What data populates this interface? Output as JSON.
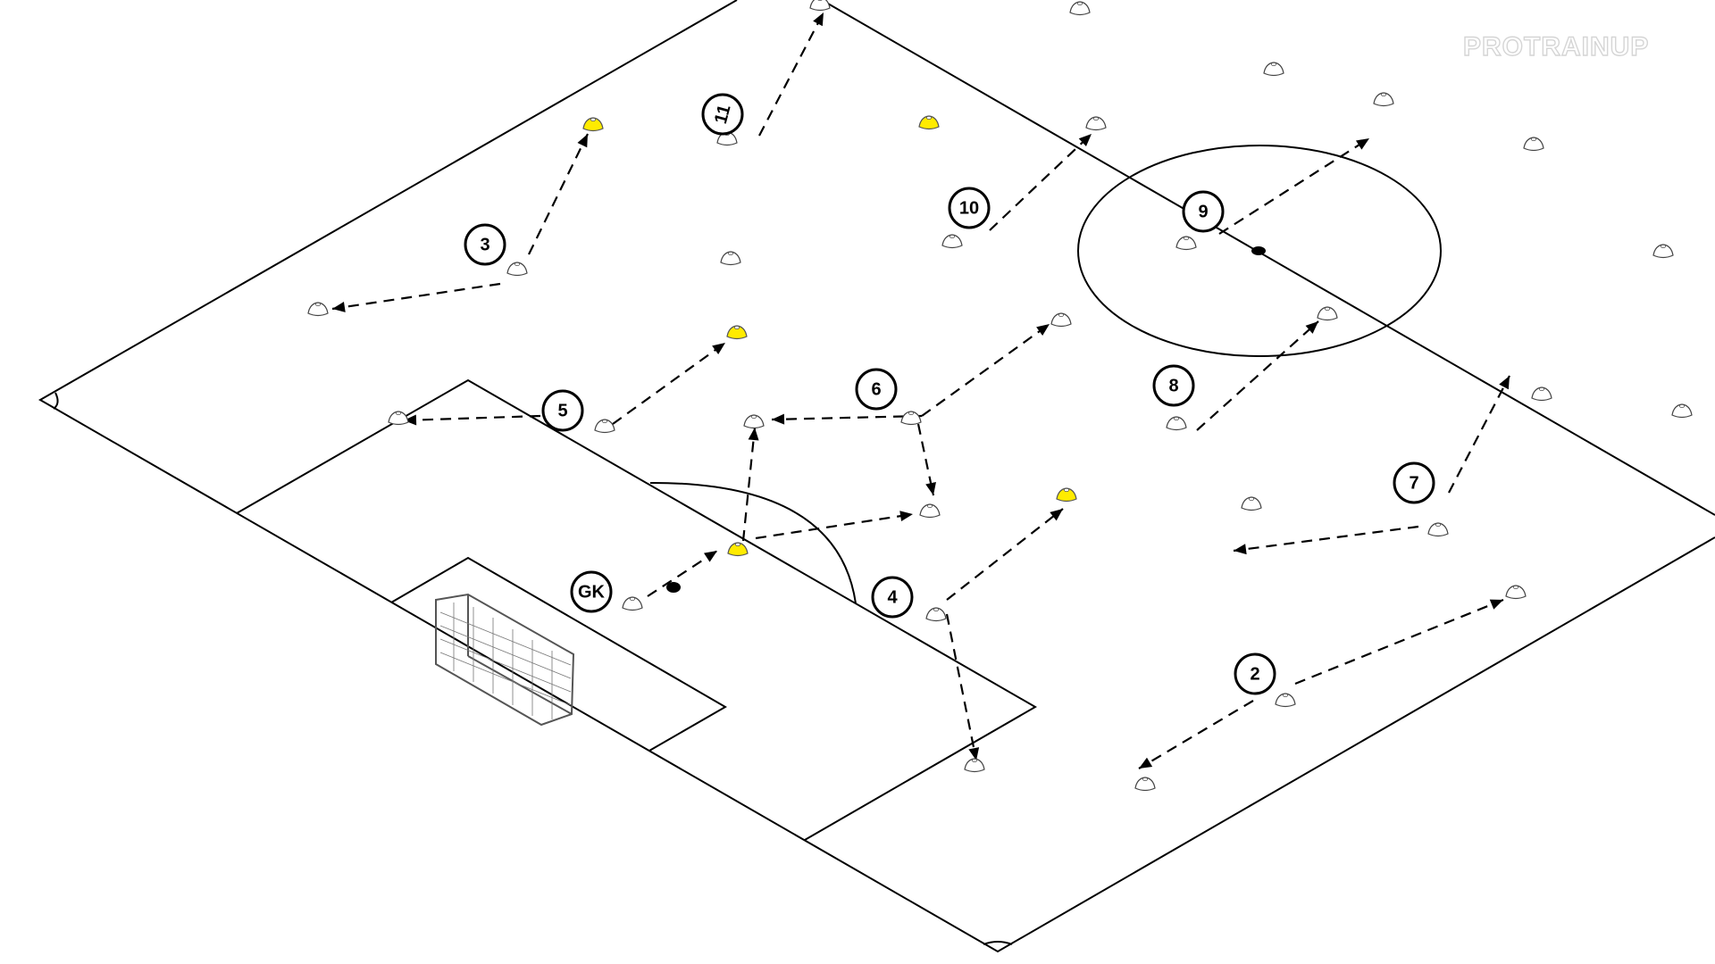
{
  "brand": {
    "text": "PROTRAINUP"
  },
  "players": [
    {
      "id": "gk",
      "label": "GK"
    },
    {
      "id": "p2",
      "label": "2"
    },
    {
      "id": "p3",
      "label": "3"
    },
    {
      "id": "p4",
      "label": "4"
    },
    {
      "id": "p5",
      "label": "5"
    },
    {
      "id": "p6",
      "label": "6"
    },
    {
      "id": "p7",
      "label": "7"
    },
    {
      "id": "p8",
      "label": "8"
    },
    {
      "id": "p9",
      "label": "9"
    },
    {
      "id": "p10",
      "label": "10"
    },
    {
      "id": "p11",
      "label": "11"
    }
  ],
  "colors": {
    "cone_white": "#ffffff",
    "cone_yellow": "#ffeb00",
    "lines": "#000000",
    "brand": "#d5d5d5"
  }
}
